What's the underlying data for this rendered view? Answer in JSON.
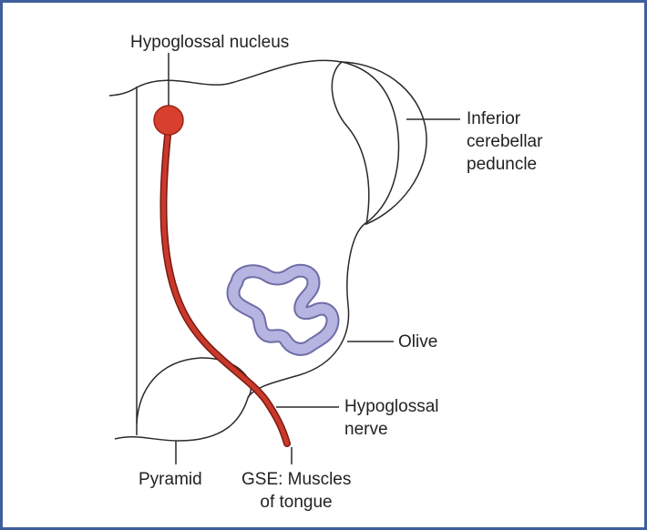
{
  "labels": {
    "hypoglossal_nucleus": "Hypoglossal nucleus",
    "inferior_cerebellar_peduncle": [
      "Inferior",
      "cerebellar",
      "peduncle"
    ],
    "olive": "Olive",
    "hypoglossal_nerve": [
      "Hypoglossal",
      "nerve"
    ],
    "pyramid": "Pyramid",
    "gse": [
      "GSE: Muscles",
      "of tongue"
    ]
  },
  "colors": {
    "frame_border": "#3f5f9c",
    "outline": "#2a2a2a",
    "nerve_fill": "#c9392b",
    "nerve_stroke": "#7a1a12",
    "olive_fill": "#b6b4e0",
    "olive_stroke": "#6f6da6",
    "text": "#222222"
  }
}
